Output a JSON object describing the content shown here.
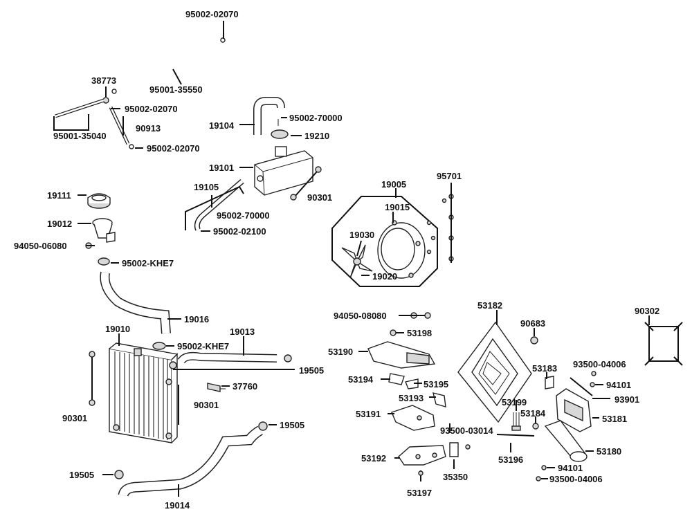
{
  "labels": {
    "l_95002_02070_top": "95002-02070",
    "l_95001_35550": "95001-35550",
    "l_38773": "38773",
    "l_95002_02070_mid": "95002-02070",
    "l_95001_35040": "95001-35040",
    "l_90913": "90913",
    "l_95002_02070_low": "95002-02070",
    "l_19104": "19104",
    "l_95002_70000_a": "95002-70000",
    "l_19210": "19210",
    "l_19101": "19101",
    "l_19105": "19105",
    "l_95002_70000_b": "95002-70000",
    "l_95002_02100": "95002-02100",
    "l_90301_tank": "90301",
    "l_19111": "19111",
    "l_19012": "19012",
    "l_94050_06080": "94050-06080",
    "l_95002_KHE7_a": "95002-KHE7",
    "l_19016": "19016",
    "l_19010": "19010",
    "l_95002_KHE7_b": "95002-KHE7",
    "l_19013": "19013",
    "l_19505_a": "19505",
    "l_37760": "37760",
    "l_90301_r": "90301",
    "l_90301_l": "90301",
    "l_19505_b": "19505",
    "l_19505_c": "19505",
    "l_19014": "19014",
    "l_19005": "19005",
    "l_95701": "95701",
    "l_19015": "19015",
    "l_19030": "19030",
    "l_19020": "19020",
    "l_94050_08080": "94050-08080",
    "l_53182": "53182",
    "l_90683": "90683",
    "l_90302": "90302",
    "l_53198": "53198",
    "l_53190": "53190",
    "l_53194": "53194",
    "l_53195": "53195",
    "l_53193": "53193",
    "l_53183": "53183",
    "l_93500_04006_a": "93500-04006",
    "l_94101_a": "94101",
    "l_93901": "93901",
    "l_53199": "53199",
    "l_53184": "53184",
    "l_53181": "53181",
    "l_53191": "53191",
    "l_93500_03014": "93500-03014",
    "l_53180": "53180",
    "l_53192": "53192",
    "l_53196": "53196",
    "l_94101_b": "94101",
    "l_35350": "35350",
    "l_93500_04006_b": "93500-04006",
    "l_53197": "53197"
  }
}
